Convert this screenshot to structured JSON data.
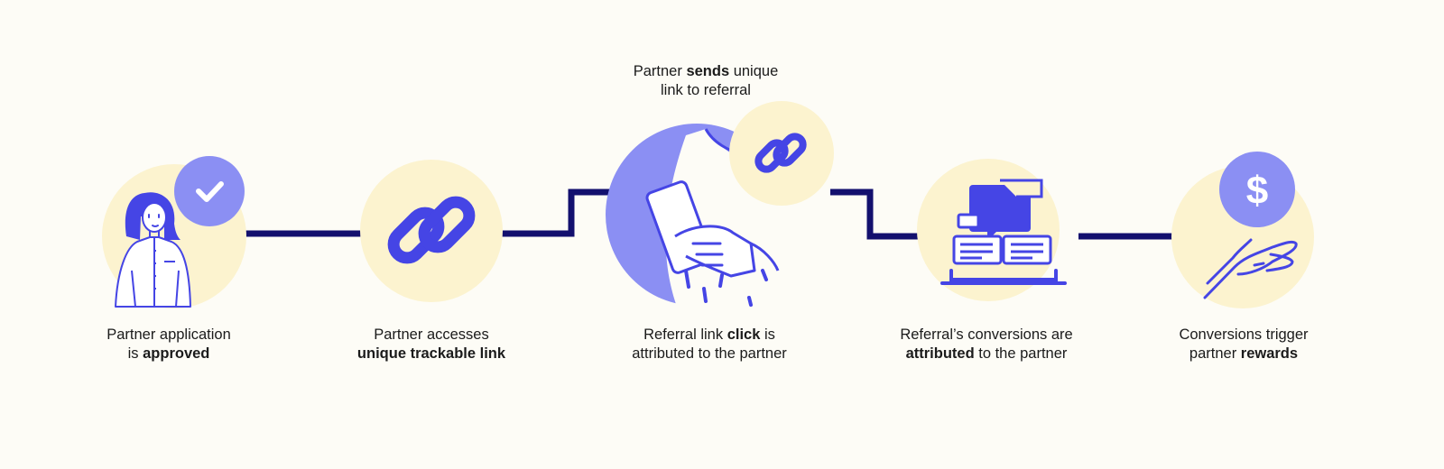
{
  "colors": {
    "background": "#fdfcf6",
    "circle": "#fcf3cf",
    "connector": "#13106e",
    "accent": "#8b8ff3",
    "ink": "#4545e5",
    "text": "#1b1b1b"
  },
  "steps": [
    {
      "icon": "approved-partner-icon",
      "caption": {
        "l1_a": "Partner application",
        "l2_a": "is ",
        "l2_b": "approved",
        "l2_c": ""
      }
    },
    {
      "icon": "chain-link-icon",
      "caption": {
        "l1_a": "Partner accesses",
        "l2_a": "",
        "l2_b": "unique trackable link",
        "l2_c": ""
      }
    },
    {
      "icon": "hand-phone-icon",
      "top": {
        "l1_a": "Partner ",
        "l1_b": "sends",
        "l1_c": " unique",
        "l2_a": "link to referral"
      },
      "caption": {
        "l1_a": "Referral link ",
        "l1_b": "click",
        "l1_c": " is",
        "l2_a": "attributed to the partner"
      }
    },
    {
      "icon": "conversations-icon",
      "caption": {
        "l1_a": "Referral’s conversions are",
        "l2_a": "",
        "l2_b": "attributed",
        "l2_c": " to the partner"
      }
    },
    {
      "icon": "dollar-hand-icon",
      "caption": {
        "l1_a": "Conversions trigger",
        "l2_a": "partner ",
        "l2_b": "rewards",
        "l2_c": ""
      }
    }
  ]
}
